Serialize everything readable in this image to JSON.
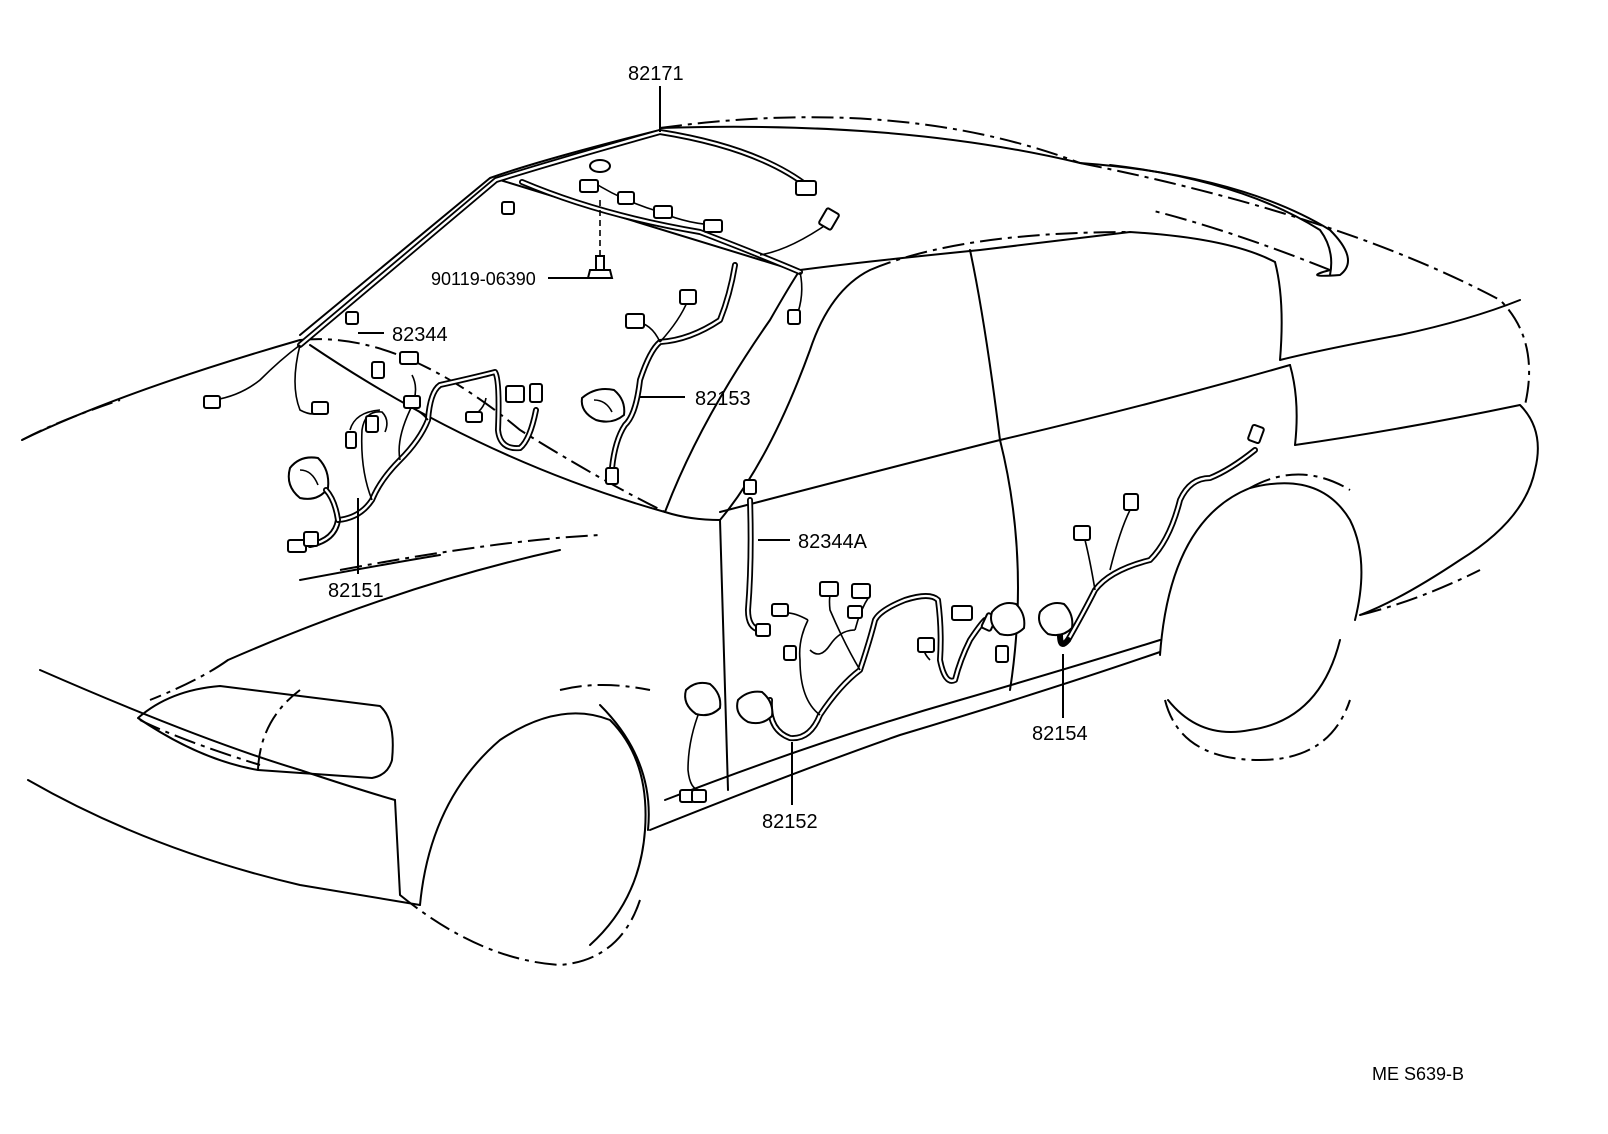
{
  "part_labels": {
    "roof_harness": "82171",
    "clamp_bolt": "90119-06390",
    "front_door_wire_lh": "82344",
    "front_door_harness_rh": "82153",
    "front_door_harness_lh": "82151",
    "rear_door_wire": "82344A",
    "rear_door_harness_a": "82152",
    "rear_door_harness_b": "82154"
  },
  "figure_code": "ME S639-B"
}
